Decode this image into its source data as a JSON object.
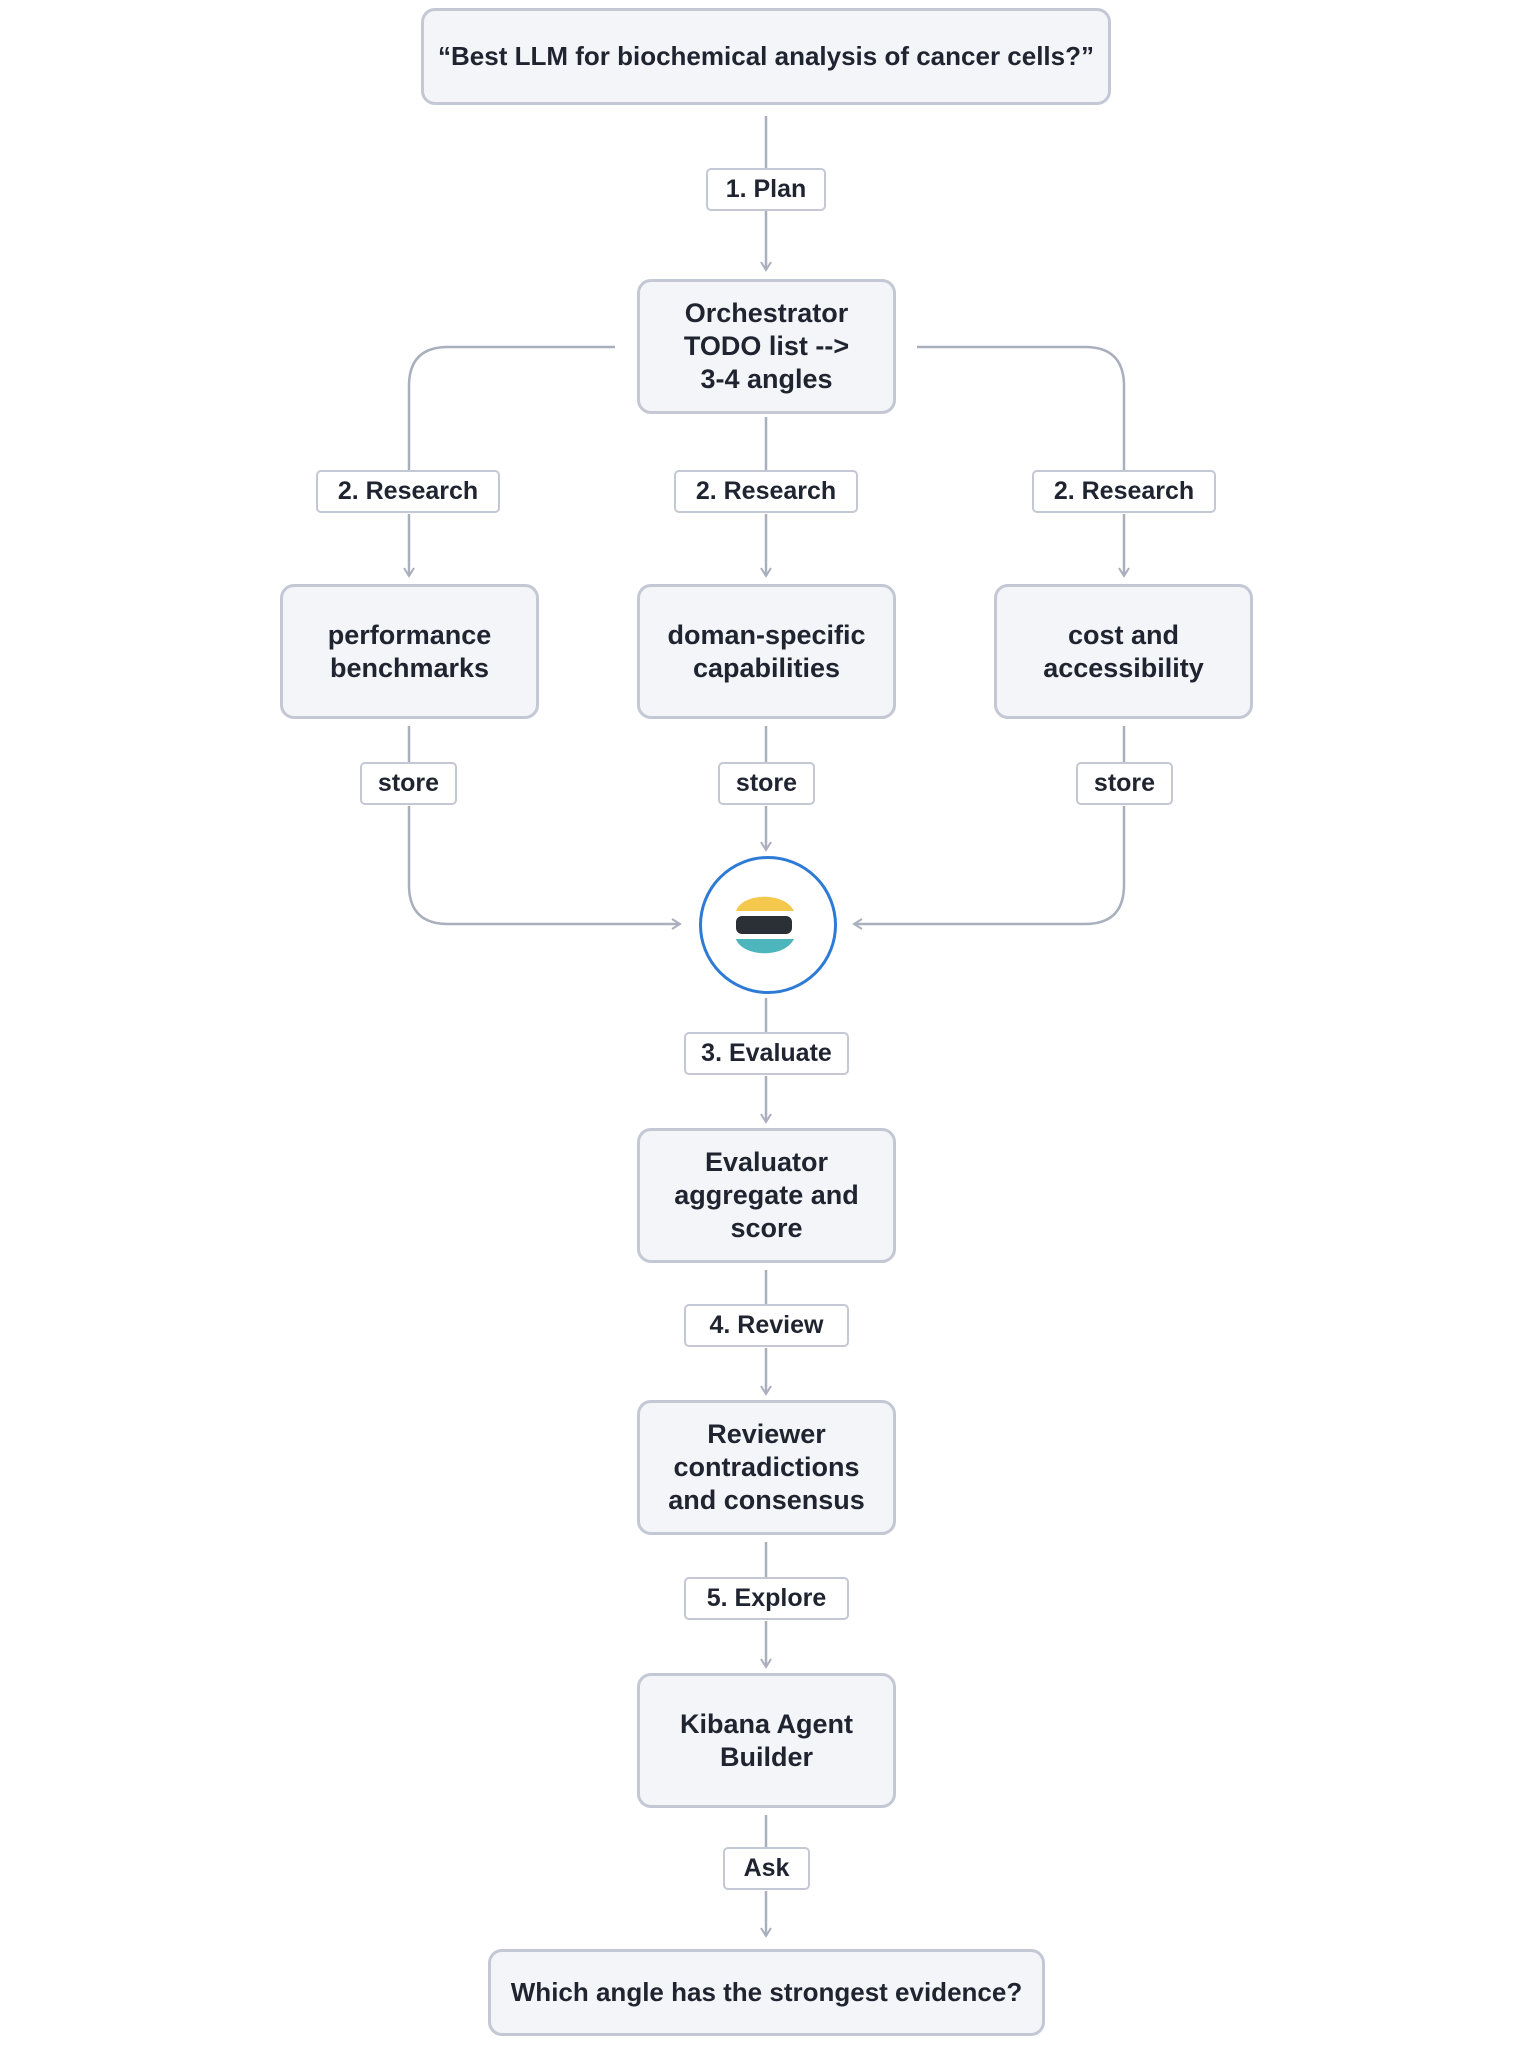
{
  "question": "“Best LLM for biochemical analysis of cancer cells?”",
  "steps": {
    "plan": "1. Plan",
    "research_left": "2. Research",
    "research_center": "2. Research",
    "research_right": "2. Research",
    "store_left": "store",
    "store_center": "store",
    "store_right": "store",
    "evaluate": "3. Evaluate",
    "review": "4. Review",
    "explore": "5. Explore",
    "ask": "Ask"
  },
  "orchestrator": [
    "Orchestrator",
    "TODO list -->",
    "3-4 angles"
  ],
  "angles": {
    "left": [
      "performance",
      "benchmarks"
    ],
    "center": [
      "doman-specific",
      "capabilities"
    ],
    "right": [
      "cost and",
      "accessibility"
    ]
  },
  "evaluator": [
    "Evaluator",
    "aggregate and",
    "score"
  ],
  "reviewer": [
    "Reviewer",
    "contradictions",
    "and consensus"
  ],
  "kibana": [
    "Kibana Agent",
    "Builder"
  ],
  "final_question": "Which angle has the strongest evidence?",
  "hub_icon": "elastic-logo-icon",
  "colors": {
    "box_fill": "#f4f5f9",
    "border": "#c3c8d4",
    "hub_border": "#2e7bd6",
    "logo_yellow": "#f3c84c",
    "logo_dark": "#2b2f36",
    "logo_teal": "#4db6bd"
  }
}
